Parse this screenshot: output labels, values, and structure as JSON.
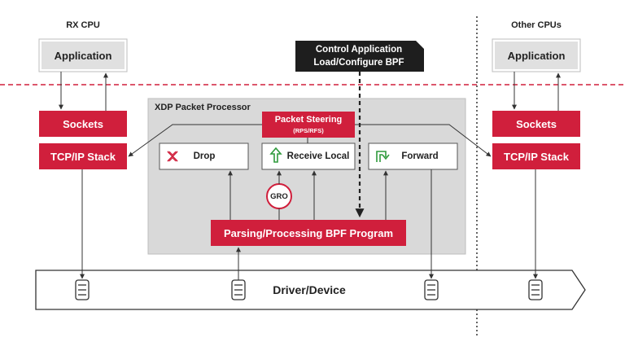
{
  "rx_cpu": {
    "label": "RX CPU",
    "application": "Application",
    "sockets": "Sockets",
    "tcpip": "TCP/IP Stack"
  },
  "other_cpus": {
    "label": "Other CPUs",
    "application": "Application",
    "sockets": "Sockets",
    "tcpip": "TCP/IP Stack"
  },
  "control": {
    "line1": "Control Application",
    "line2": "Load/Configure BPF"
  },
  "xdp": {
    "title": "XDP Packet Processor",
    "steering_title": "Packet Steering",
    "steering_sub": "(RPS/RFS)",
    "drop": "Drop",
    "receive_local": "Receive Local",
    "forward": "Forward",
    "gro": "GRO",
    "program": "Parsing/Processing BPF Program"
  },
  "driver": {
    "label": "Driver/Device"
  },
  "colors": {
    "accent_red": "#d01f3c",
    "control_black": "#1e1e1e",
    "panel_gray": "#d9d9d9",
    "drop_icon": "#d01f3c",
    "receive_icon": "#2f9a3c",
    "forward_icon": "#2f9a3c"
  },
  "icons": {
    "drop": "x-cross-icon",
    "receive_local": "up-arrow-icon",
    "forward": "curved-arrow-icon",
    "queue": "ring-buffer-icon"
  }
}
